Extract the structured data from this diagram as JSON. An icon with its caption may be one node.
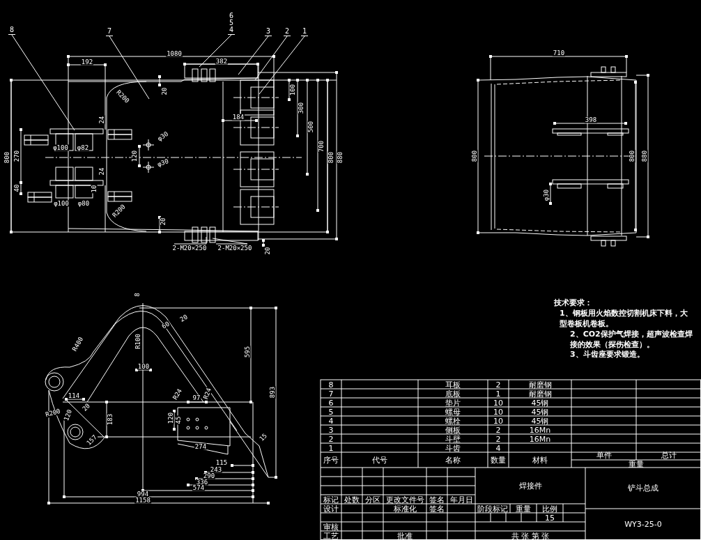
{
  "diagram": {
    "nodes": [
      {
        "text": [
          "8"
        ]
      },
      {
        "text": [
          "7"
        ]
      },
      {
        "text": [
          "6",
          "5",
          "4"
        ]
      },
      {
        "text": [
          "3"
        ]
      },
      {
        "text": [
          "2"
        ]
      },
      {
        "text": [
          "1"
        ]
      }
    ],
    "edges": [
      {
        "from": 0,
        "to": null,
        "arrow": "none"
      },
      {
        "from": 1,
        "to": null,
        "arrow": "none"
      },
      {
        "from": 2,
        "to": null,
        "arrow": "none"
      },
      {
        "from": 3,
        "to": null,
        "arrow": "none"
      },
      {
        "from": 4,
        "to": null,
        "arrow": "none"
      },
      {
        "from": 5,
        "to": null,
        "arrow": "none"
      }
    ],
    "labels": [
      "1080",
      "192",
      "382",
      "20",
      "100",
      "R200",
      "300",
      "24",
      "184",
      "500",
      "φ30",
      "φ100",
      "φ82",
      "700",
      "800",
      "270",
      "120",
      "800",
      "880",
      "φ30",
      "24",
      "40",
      "10",
      "φ100",
      "φ80",
      "R200",
      "20",
      "2-M20×250",
      "2-M20×250",
      "20",
      "710",
      "398",
      "800",
      "800",
      "880",
      "φ30",
      "8",
      "R100",
      "60",
      "20",
      "R400",
      "100",
      "595",
      "893",
      "114",
      "20",
      "R200",
      "120",
      "183",
      "157",
      "R24",
      "97",
      "R24",
      "120",
      "45",
      "274",
      "15",
      "115",
      "243",
      "290",
      "336",
      "574",
      "994",
      "1158",
      "技术要求：",
      "1、钢板用火焰数控切割机床下料，大型卷板机卷板。",
      "2、CO2保护气焊接，超声波检查焊接的效果（探伤检查）。",
      "3、斗齿座要求锻造。",
      "8",
      "耳板",
      "2",
      "耐磨钢",
      "7",
      "底板",
      "1",
      "耐磨钢",
      "6",
      "垫片",
      "10",
      "45钢",
      "5",
      "螺母",
      "10",
      "45钢",
      "4",
      "螺栓",
      "10",
      "45钢",
      "3",
      "侧板",
      "2",
      "16Mn",
      "2",
      "斗壁",
      "2",
      "16Mn",
      "1",
      "斗齿",
      "4",
      "序号",
      "代号",
      "名称",
      "数量",
      "材料",
      "单件",
      "总计",
      "重量",
      "焊接件",
      "标记",
      "处数",
      "分区",
      "更改文件号",
      "签名",
      "年月日",
      "设计",
      "标准化",
      "签名",
      "阶段标记",
      "重量",
      "比例",
      "铲斗总成",
      "15",
      "审核",
      "工艺",
      "批准",
      "共 张 第 张",
      "WY3-25-0"
    ]
  }
}
